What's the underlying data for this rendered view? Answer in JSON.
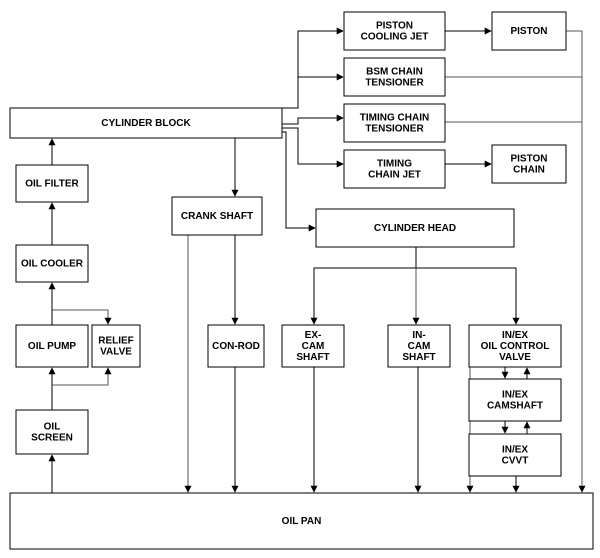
{
  "diagram": {
    "colors": {
      "box": "#000000",
      "arrow": "#000000",
      "thin_line": "#555555",
      "background": "#ffffff"
    },
    "nodes": [
      {
        "id": "piston-cooling-jet",
        "lines": [
          "PISTON",
          "COOLING JET"
        ]
      },
      {
        "id": "piston",
        "lines": [
          "PISTON"
        ]
      },
      {
        "id": "bsm-chain-tensioner",
        "lines": [
          "BSM CHAIN",
          "TENSIONER"
        ]
      },
      {
        "id": "timing-chain-tensioner",
        "lines": [
          "TIMING CHAIN",
          "TENSIONER"
        ]
      },
      {
        "id": "timing-chain-jet",
        "lines": [
          "TIMING",
          "CHAIN JET"
        ]
      },
      {
        "id": "piston-chain",
        "lines": [
          "PISTON",
          "CHAIN"
        ]
      },
      {
        "id": "cylinder-block",
        "lines": [
          "CYLINDER BLOCK"
        ]
      },
      {
        "id": "oil-filter",
        "lines": [
          "OIL FILTER"
        ]
      },
      {
        "id": "crank-shaft",
        "lines": [
          "CRANK SHAFT"
        ]
      },
      {
        "id": "cylinder-head",
        "lines": [
          "CYLINDER HEAD"
        ]
      },
      {
        "id": "oil-cooler",
        "lines": [
          "OIL COOLER"
        ]
      },
      {
        "id": "oil-pump",
        "lines": [
          "OIL PUMP"
        ]
      },
      {
        "id": "relief-valve",
        "lines": [
          "RELIEF",
          "VALVE"
        ]
      },
      {
        "id": "con-rod",
        "lines": [
          "CON-ROD"
        ]
      },
      {
        "id": "ex-cam-shaft",
        "lines": [
          "EX-",
          "CAM",
          "SHAFT"
        ]
      },
      {
        "id": "in-cam-shaft",
        "lines": [
          "IN-",
          "CAM",
          "SHAFT"
        ]
      },
      {
        "id": "oil-control-valve",
        "lines": [
          "IN/EX",
          "OIL CONTROL",
          "VALVE"
        ]
      },
      {
        "id": "in-ex-camshaft",
        "lines": [
          "IN/EX",
          "CAMSHAFT"
        ]
      },
      {
        "id": "in-ex-cvvt",
        "lines": [
          "IN/EX",
          "CVVT"
        ]
      },
      {
        "id": "oil-screen",
        "lines": [
          "OIL",
          "SCREEN"
        ]
      },
      {
        "id": "oil-pan",
        "lines": [
          "OIL PAN"
        ]
      }
    ],
    "edges": [
      {
        "from": "oil-pan",
        "to": "oil-screen"
      },
      {
        "from": "oil-screen",
        "to": "oil-pump"
      },
      {
        "from": "oil-pump",
        "to": "relief-valve"
      },
      {
        "from": "relief-valve",
        "to": "oil-screen"
      },
      {
        "from": "oil-pump",
        "to": "oil-cooler"
      },
      {
        "from": "oil-cooler",
        "to": "oil-filter"
      },
      {
        "from": "oil-filter",
        "to": "cylinder-block"
      },
      {
        "from": "cylinder-block",
        "to": "piston-cooling-jet"
      },
      {
        "from": "cylinder-block",
        "to": "bsm-chain-tensioner"
      },
      {
        "from": "cylinder-block",
        "to": "timing-chain-tensioner"
      },
      {
        "from": "cylinder-block",
        "to": "timing-chain-jet"
      },
      {
        "from": "cylinder-block",
        "to": "crank-shaft"
      },
      {
        "from": "cylinder-block",
        "to": "cylinder-head"
      },
      {
        "from": "piston-cooling-jet",
        "to": "piston"
      },
      {
        "from": "timing-chain-jet",
        "to": "piston-chain"
      },
      {
        "from": "crank-shaft",
        "to": "con-rod"
      },
      {
        "from": "crank-shaft",
        "to": "oil-pan"
      },
      {
        "from": "cylinder-head",
        "to": "ex-cam-shaft"
      },
      {
        "from": "cylinder-head",
        "to": "in-cam-shaft"
      },
      {
        "from": "cylinder-head",
        "to": "oil-control-valve"
      },
      {
        "from": "oil-control-valve",
        "to": "in-ex-camshaft"
      },
      {
        "from": "in-ex-camshaft",
        "to": "oil-control-valve"
      },
      {
        "from": "in-ex-camshaft",
        "to": "in-ex-cvvt"
      },
      {
        "from": "in-ex-cvvt",
        "to": "in-ex-camshaft"
      },
      {
        "from": "con-rod",
        "to": "oil-pan"
      },
      {
        "from": "ex-cam-shaft",
        "to": "oil-pan"
      },
      {
        "from": "in-cam-shaft",
        "to": "oil-pan"
      },
      {
        "from": "oil-control-valve",
        "to": "oil-pan"
      },
      {
        "from": "in-ex-cvvt",
        "to": "oil-pan"
      },
      {
        "from": "piston",
        "to": "oil-pan"
      },
      {
        "from": "bsm-chain-tensioner",
        "to": "oil-pan"
      },
      {
        "from": "timing-chain-tensioner",
        "to": "oil-pan"
      }
    ]
  }
}
